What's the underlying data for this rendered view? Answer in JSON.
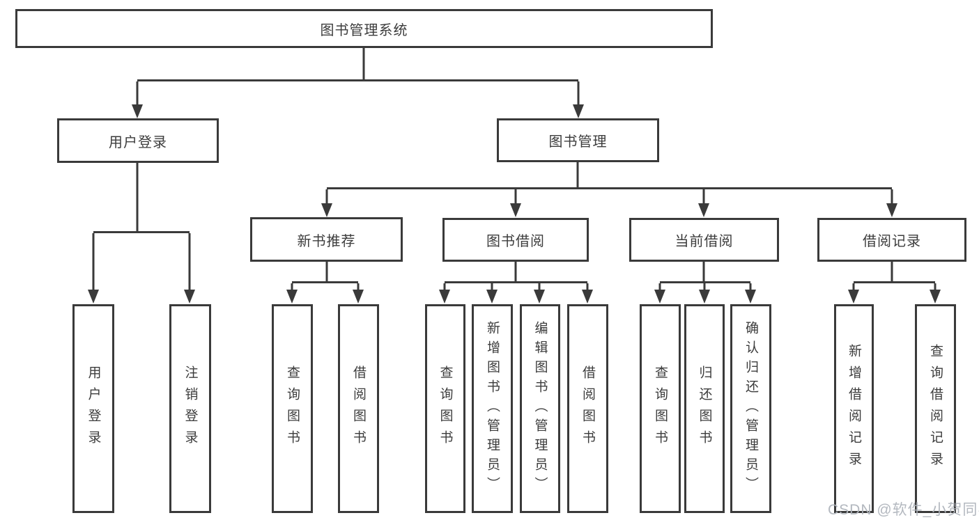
{
  "watermark": {
    "text": "CSDN @软件_小贺同学"
  },
  "colors": {
    "line": "#3a3a3a",
    "text": "#3c3c3c",
    "watermark": "#b5b9bf",
    "background": "#ffffff"
  },
  "tree": {
    "root": {
      "label": "图书管理系统"
    },
    "children": [
      {
        "label": "用户登录",
        "children": [
          {
            "label": "用户登录"
          },
          {
            "label": "注销登录"
          }
        ]
      },
      {
        "label": "图书管理",
        "children": [
          {
            "label": "新书推荐",
            "children": [
              {
                "label": "查询图书"
              },
              {
                "label": "借阅图书"
              }
            ]
          },
          {
            "label": "图书借阅",
            "children": [
              {
                "label": "查询图书"
              },
              {
                "label": "新增图书（管理员）"
              },
              {
                "label": "编辑图书（管理员）"
              },
              {
                "label": "借阅图书"
              }
            ]
          },
          {
            "label": "当前借阅",
            "children": [
              {
                "label": "查询图书"
              },
              {
                "label": "归还图书"
              },
              {
                "label": "确认归还（管理员）"
              }
            ]
          },
          {
            "label": "借阅记录",
            "children": [
              {
                "label": "新增借阅记录"
              },
              {
                "label": "查询借阅记录"
              }
            ]
          }
        ]
      }
    ]
  }
}
